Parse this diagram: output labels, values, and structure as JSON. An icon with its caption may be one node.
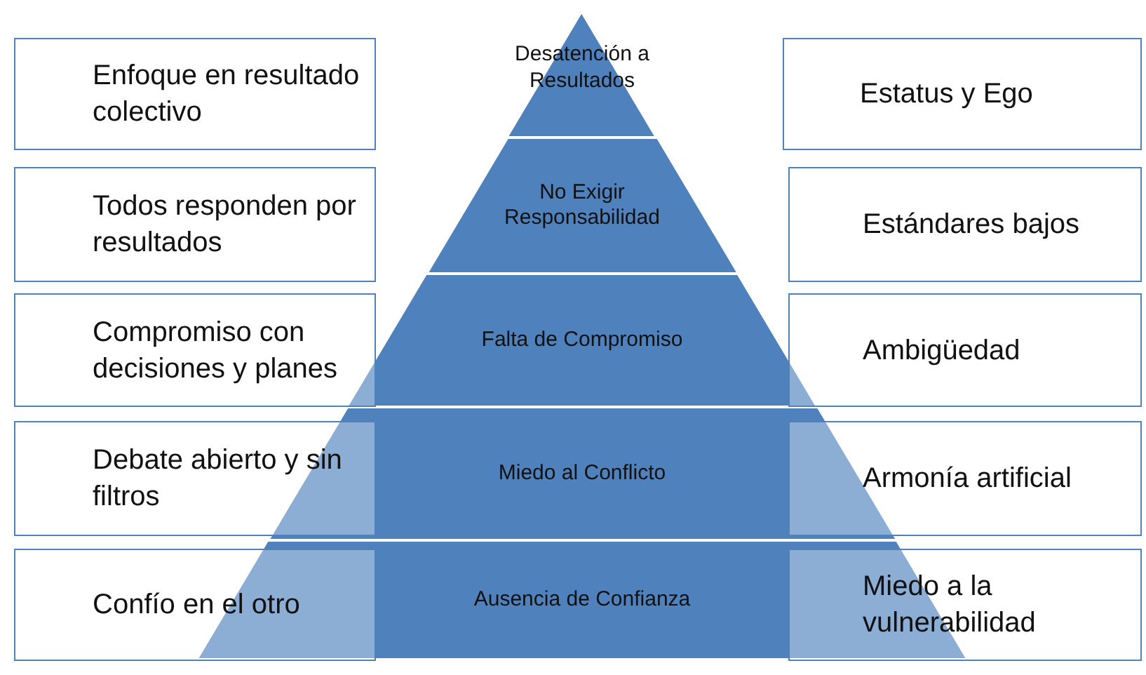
{
  "diagram": {
    "nodes": [
      {
        "text": [
          "Enfoque en resultado colectivo"
        ]
      },
      {
        "text": [
          "Desatención a Resultados"
        ]
      },
      {
        "text": [
          "Estatus y Ego"
        ]
      },
      {
        "text": [
          "Todos responden por resultados"
        ]
      },
      {
        "text": [
          "No Exigir Responsabilidad"
        ]
      },
      {
        "text": [
          "Estándares bajos"
        ]
      },
      {
        "text": [
          "Compromiso con decisiones y planes"
        ]
      },
      {
        "text": [
          "Falta de Compromiso"
        ]
      },
      {
        "text": [
          "Ambigüedad"
        ]
      },
      {
        "text": [
          "Debate abierto y sin filtros"
        ]
      },
      {
        "text": [
          "Miedo al Conflicto"
        ]
      },
      {
        "text": [
          "Armonía artificial"
        ]
      },
      {
        "text": [
          "Confío en el otro"
        ]
      },
      {
        "text": [
          "Ausencia de Confianza"
        ]
      },
      {
        "text": [
          "Miedo a la vulnerabilidad"
        ]
      }
    ]
  }
}
